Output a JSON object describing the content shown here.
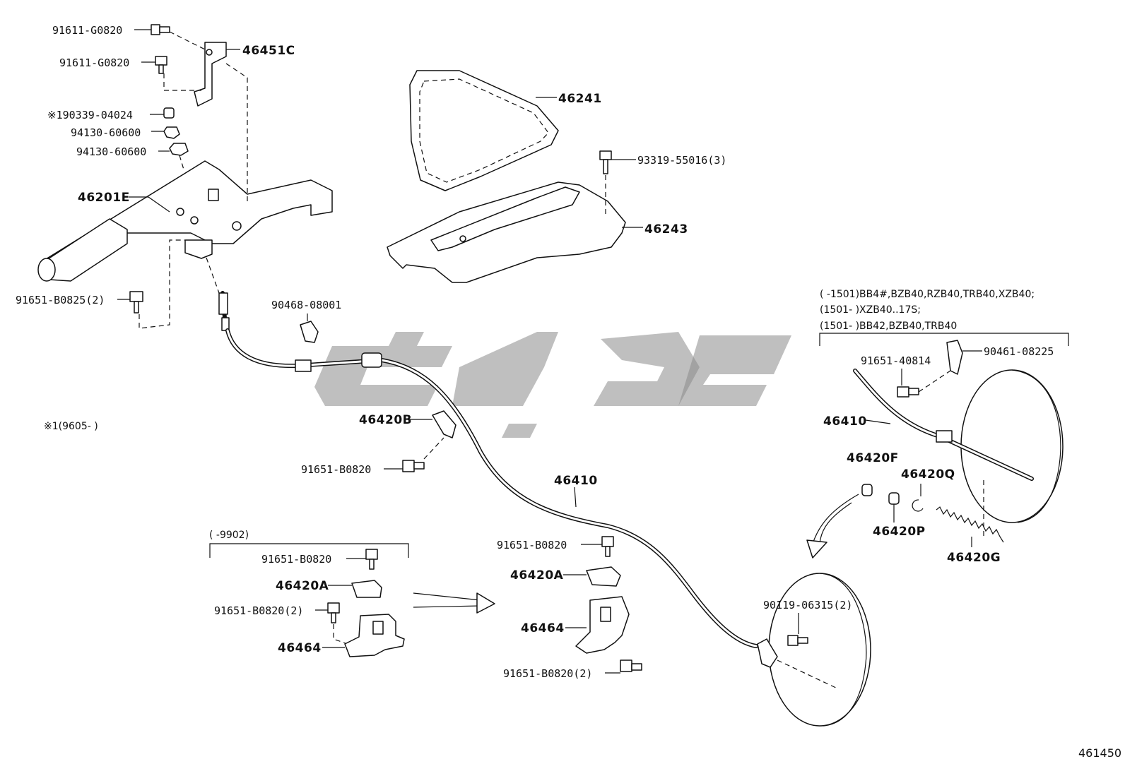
{
  "diagram_id": "461450",
  "labels": {
    "l01": "91611-G0820",
    "l02": "91611-G0820",
    "l03": "46451C",
    "l04": "※190339-04024",
    "l05": "94130-60600",
    "l06": "94130-60600",
    "l07": "46201E",
    "l08": "91651-B0825(2)",
    "l09": "46241",
    "l10": "93319-55016(3)",
    "l11": "46243",
    "l12": "90468-08001",
    "l13": "46420B",
    "l14": "91651-B0820",
    "l15": "※1(9605-        )",
    "l16": "46410",
    "l17": "(        -9902)",
    "l18": "91651-B0820",
    "l19": "46420A",
    "l20": "91651-B0820(2)",
    "l21": "46464",
    "l22": "91651-B0820",
    "l23": "46420A",
    "l24": "46464",
    "l25": "91651-B0820(2)",
    "l26": "90119-06315(2)",
    "l27": "(        -1501)BB4#,BZB40,RZB40,TRB40,XZB40;",
    "l28": "(1501-        )XZB40..17S;",
    "l29": "(1501-        )BB42,BZB40,TRB40",
    "l30": "91651-40814",
    "l31": "90461-08225",
    "l32": "46410",
    "l33": "46420F",
    "l34": "46420Q",
    "l35": "46420P",
    "l36": "46420G"
  },
  "colors": {
    "line": "#111111",
    "watermark": "#8a8a8a",
    "background": "#ffffff"
  }
}
